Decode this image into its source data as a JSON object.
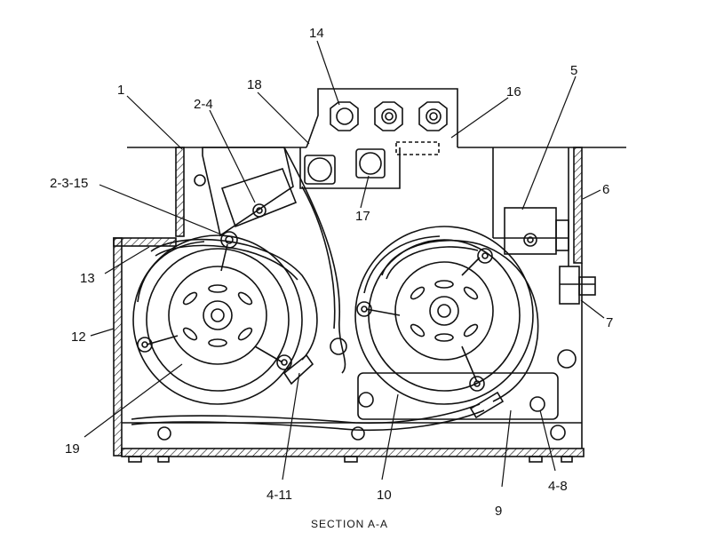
{
  "drawing": {
    "caption": "SECTION A-A",
    "callouts": [
      {
        "id": "c1",
        "label": "1"
      },
      {
        "id": "c2-4",
        "label": "2-4"
      },
      {
        "id": "c18",
        "label": "18"
      },
      {
        "id": "c14",
        "label": "14"
      },
      {
        "id": "c16",
        "label": "16"
      },
      {
        "id": "c5",
        "label": "5"
      },
      {
        "id": "c2-3-15",
        "label": "2-3-15"
      },
      {
        "id": "c6",
        "label": "6"
      },
      {
        "id": "c17",
        "label": "17"
      },
      {
        "id": "c13",
        "label": "13"
      },
      {
        "id": "c7",
        "label": "7"
      },
      {
        "id": "c12",
        "label": "12"
      },
      {
        "id": "c19",
        "label": "19"
      },
      {
        "id": "c4-11",
        "label": "4-11"
      },
      {
        "id": "c10",
        "label": "10"
      },
      {
        "id": "c9",
        "label": "9"
      },
      {
        "id": "c4-8",
        "label": "4-8"
      }
    ]
  },
  "colors": {
    "ink": "#111111",
    "paper": "#ffffff"
  }
}
